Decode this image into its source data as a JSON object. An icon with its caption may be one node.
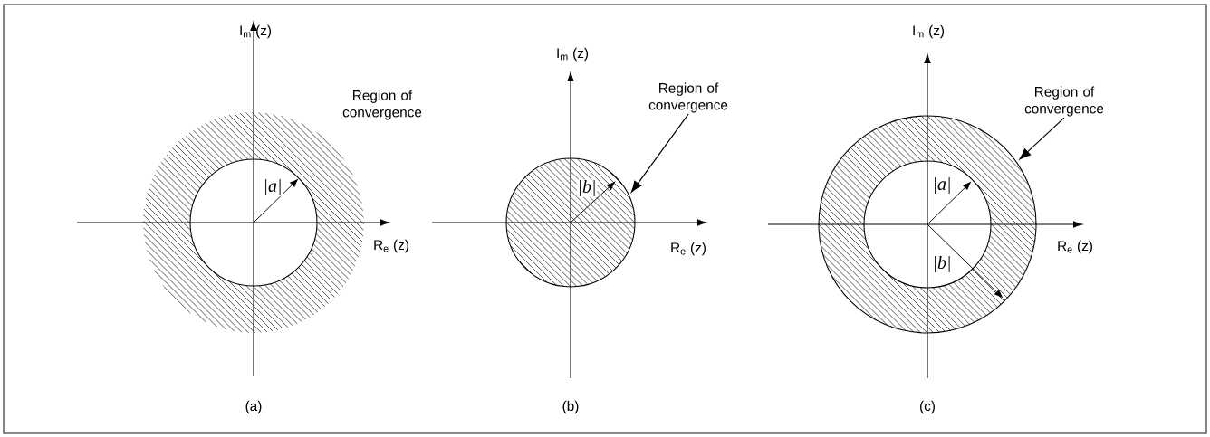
{
  "diagram": {
    "nodes": [
      {
        "text": [
          "Region of convergence"
        ]
      },
      {
        "text": [],
        "shape": "circle"
      },
      {
        "text": [
          "Region of convergence"
        ]
      },
      {
        "text": [],
        "shape": "circle"
      }
    ],
    "edges": [
      {
        "from": 0,
        "to": 1,
        "arrow": "to"
      },
      {
        "from": 2,
        "to": 3,
        "arrow": "to"
      }
    ],
    "labels": [
      "I$_{m}$ (z)",
      "Region of convergence",
      "|a|",
      "R$_{e}$ (z)",
      "(a)",
      "I$_{m}$ (z)",
      "|b|",
      "R$_{e}$ (z)",
      "(b)",
      "I$_{m}$ (z)",
      "|a|",
      "R$_{e}$ (z)",
      "|b|",
      "(c)"
    ]
  }
}
